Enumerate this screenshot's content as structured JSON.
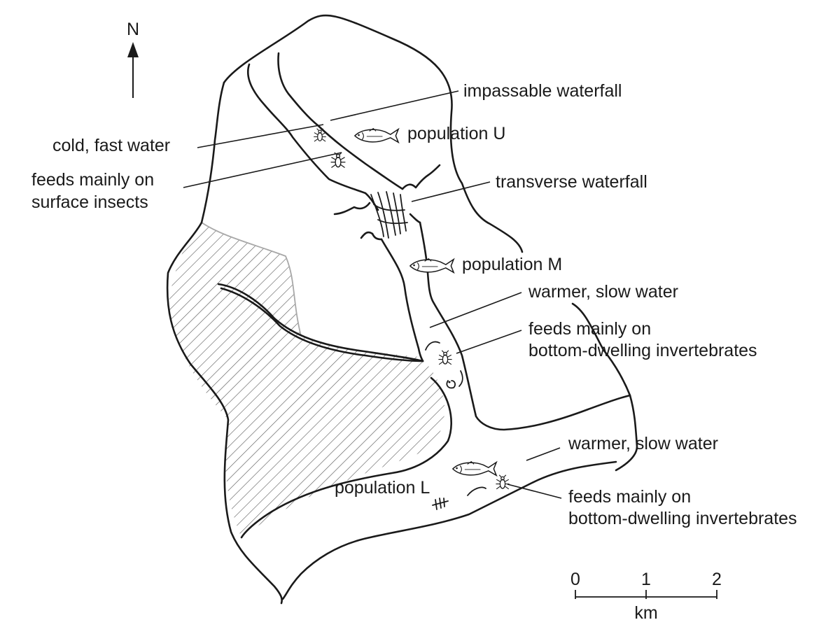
{
  "colors": {
    "ink": "#1a1a1a",
    "hatch": "#555555",
    "hatch_border": "#a8a8a8",
    "background": "#ffffff"
  },
  "compass": {
    "label": "N"
  },
  "labels": {
    "impassable_waterfall": "impassable waterfall",
    "cold_fast_water": "cold, fast water",
    "population_u": "population U",
    "feeds_surface_line1": "feeds mainly on",
    "feeds_surface_line2": "surface insects",
    "transverse_waterfall": "transverse waterfall",
    "population_m": "population M",
    "warmer_slow_water_m": "warmer, slow water",
    "feeds_bottom_m_line1": "feeds mainly on",
    "feeds_bottom_m_line2": "bottom-dwelling invertebrates",
    "warmer_slow_water_l": "warmer, slow water",
    "population_l": "population L",
    "feeds_bottom_l_line1": "feeds mainly on",
    "feeds_bottom_l_line2": "bottom-dwelling invertebrates"
  },
  "scale_bar": {
    "ticks": [
      "0",
      "1",
      "2"
    ],
    "unit": "km"
  },
  "icons": [
    "north-arrow-icon",
    "fish-icon",
    "insect-icon",
    "worm-icon",
    "shrimp-icon",
    "larva-icon"
  ]
}
